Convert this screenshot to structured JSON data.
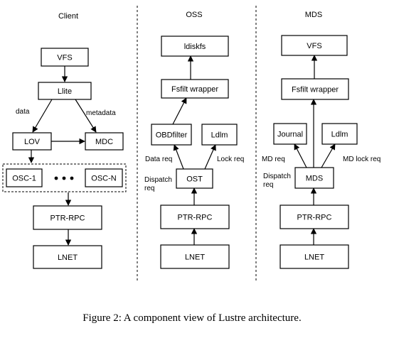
{
  "columns": {
    "client": "Client",
    "oss": "OSS",
    "mds": "MDS"
  },
  "client": {
    "vfs": "VFS",
    "llite": "Llite",
    "lov": "LOV",
    "mdc": "MDC",
    "osc1": "OSC-1",
    "ellipsis": "• • •",
    "oscn": "OSC-N",
    "ptr_rpc": "PTR-RPC",
    "lnet": "LNET",
    "label_data": "data",
    "label_metadata": "metadata"
  },
  "oss": {
    "ldiskfs": "ldiskfs",
    "fsfilt": "Fsfilt wrapper",
    "obdfilter": "OBDfilter",
    "ldlm": "Ldlm",
    "ost": "OST",
    "ptr_rpc": "PTR-RPC",
    "lnet": "LNET",
    "label_data_req": "Data req",
    "label_lock_req": "Lock req",
    "label_dispatch": "Dispatch",
    "label_req": "req"
  },
  "mds": {
    "vfs": "VFS",
    "fsfilt": "Fsfilt wrapper",
    "journal": "Journal",
    "ldlm": "Ldlm",
    "mds": "MDS",
    "ptr_rpc": "PTR-RPC",
    "lnet": "LNET",
    "label_md_req": "MD req",
    "label_md_lock_req": "MD lock req",
    "label_dispatch": "Dispatch",
    "label_req": "req"
  },
  "caption": "Figure 2: A component view of Lustre architecture."
}
